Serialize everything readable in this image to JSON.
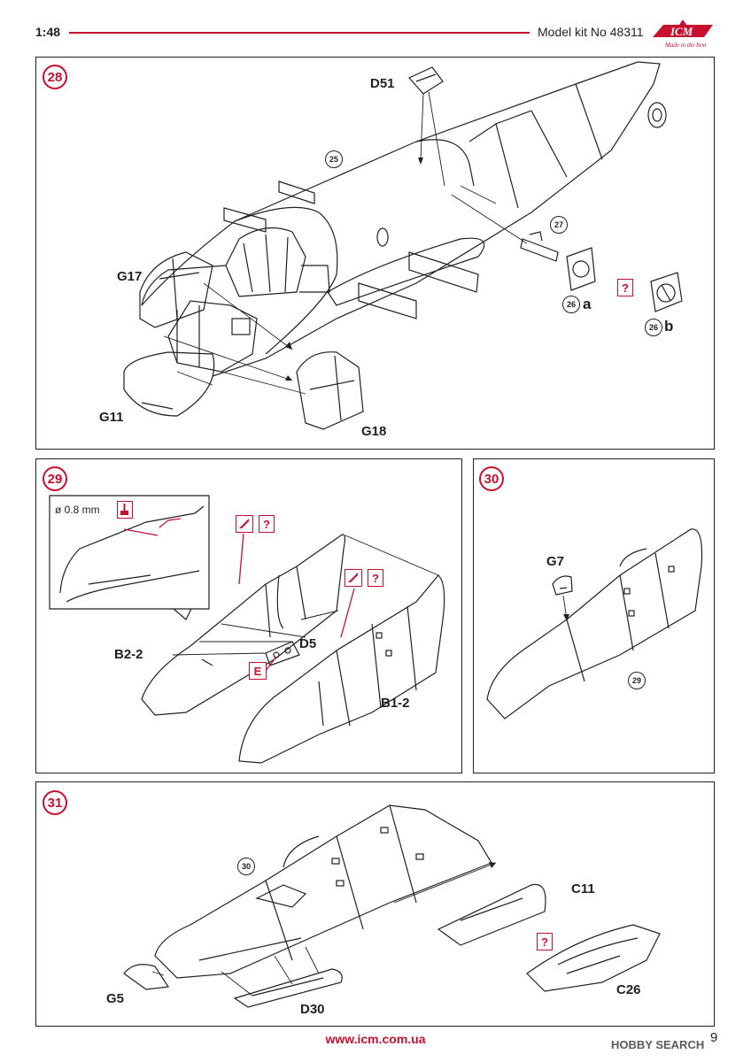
{
  "header": {
    "scale": "1:48",
    "kit_label": "Model kit No 48311",
    "brand": "ICM",
    "brand_tagline": "Made in the best"
  },
  "steps": {
    "s28": {
      "number": "28",
      "parts": {
        "d51": "D51",
        "g17": "G17",
        "g11": "G11",
        "g18": "G18"
      },
      "refs": {
        "r25": "25",
        "r27": "27",
        "r26a": "26",
        "r26b": "26"
      },
      "suffix_a": "a",
      "suffix_b": "b",
      "question": "?"
    },
    "s29": {
      "number": "29",
      "inset_note": "ø 0.8 mm",
      "parts": {
        "b22": "B2-2",
        "d5": "D5",
        "b12": "B1-2"
      },
      "question": "?",
      "e_label": "E"
    },
    "s30": {
      "number": "30",
      "parts": {
        "g7": "G7"
      },
      "refs": {
        "r29": "29"
      }
    },
    "s31": {
      "number": "31",
      "parts": {
        "c11": "C11",
        "g5": "G5",
        "d30": "D30",
        "c26": "C26"
      },
      "refs": {
        "r30": "30"
      },
      "question": "?"
    }
  },
  "footer": {
    "url": "www.icm.com.ua",
    "page_number": "9",
    "watermark": "HOBBY SEARCH"
  },
  "colors": {
    "accent": "#c8102e",
    "ink": "#231f20"
  }
}
